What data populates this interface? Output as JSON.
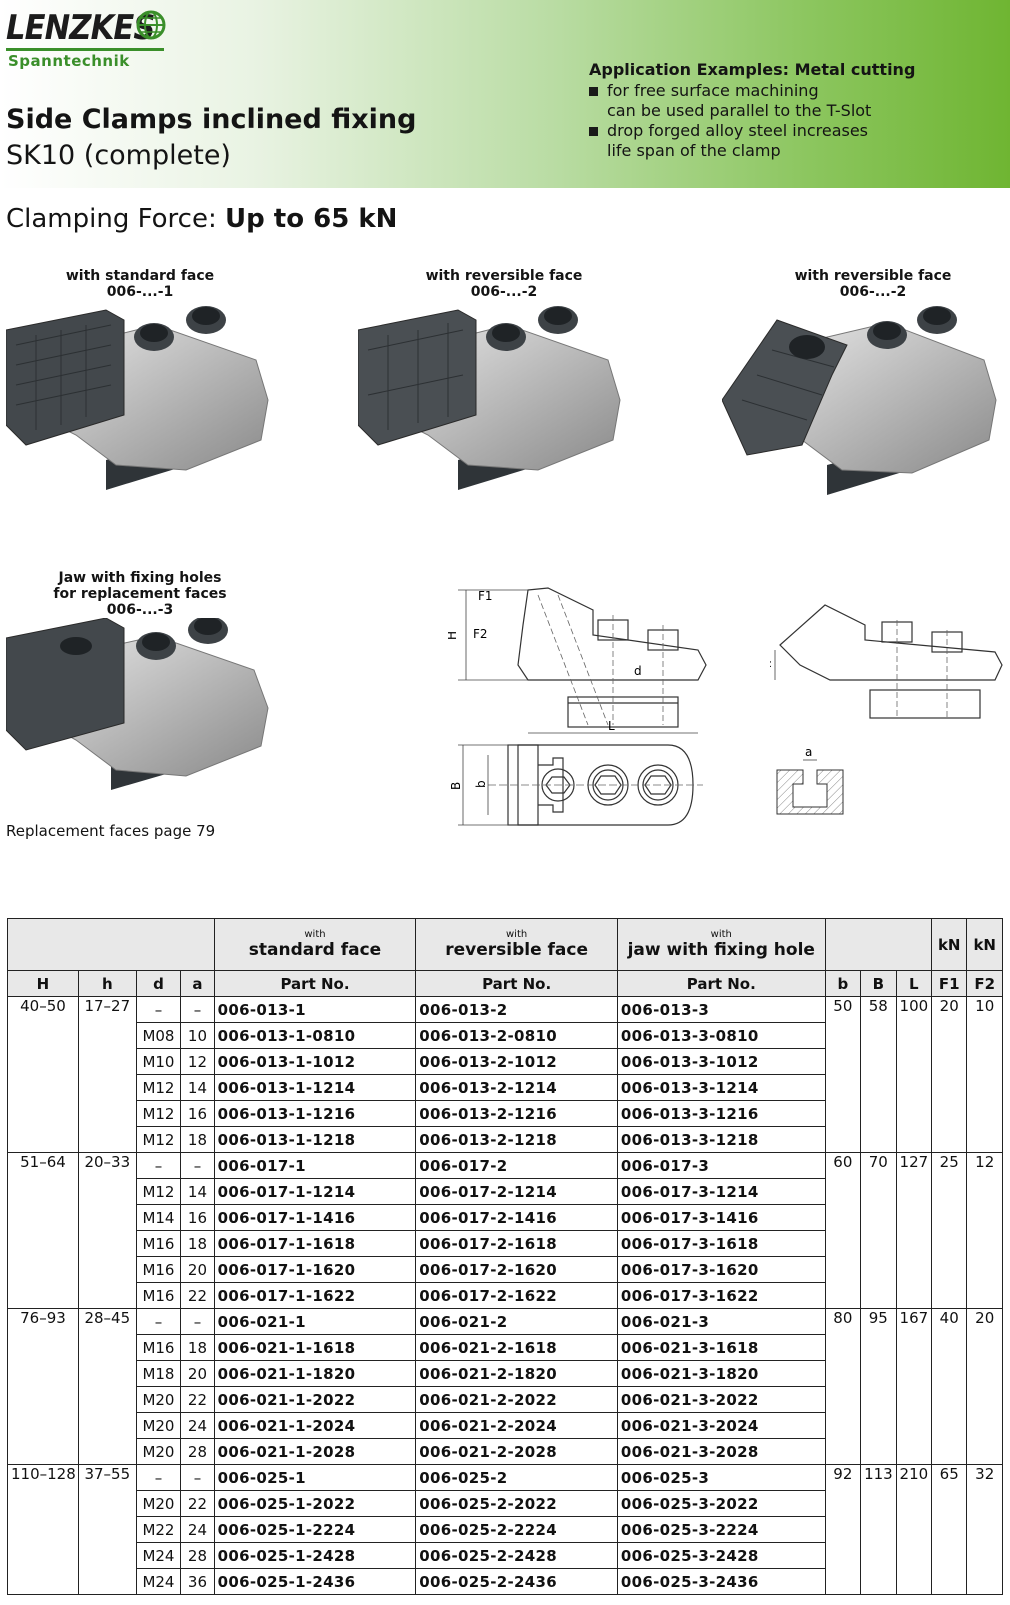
{
  "brand": {
    "name": "LENZKES",
    "subtitle": "Spanntechnik",
    "color": "#3a8f2a"
  },
  "title": {
    "line1": "Side Clamps inclined fixing",
    "line2": "SK10 (complete)"
  },
  "application": {
    "heading": "Application Examples: Metal cutting",
    "bullets": [
      "for free surface machining",
      "can be used parallel to the T-Slot",
      "drop forged alloy steel increases",
      "life span of the clamp"
    ]
  },
  "clamping_force": {
    "label": "Clamping Force:",
    "value": "Up to 65 kN"
  },
  "products": [
    {
      "line1": "with standard face",
      "line2": "006-...-1"
    },
    {
      "line1": "with reversible face",
      "line2": "006-...-2"
    },
    {
      "line1": "with reversible face",
      "line2": "006-...-2"
    },
    {
      "line1": "Jaw with fixing holes",
      "line2": "for replacement faces",
      "line3": "006-...-3"
    }
  ],
  "note": "Replacement faces page 79",
  "drawing_labels": {
    "F1": "F1",
    "F2": "F2",
    "H": "H",
    "d": "d",
    "L": "L",
    "B": "B",
    "b": "b",
    "h": "h",
    "a": "a"
  },
  "table": {
    "with": "with",
    "group_std": "standard face",
    "group_rev": "reversible face",
    "group_jaw": "jaw with fixing hole",
    "unit": "kN",
    "cols": {
      "H": "H",
      "h": "h",
      "d": "d",
      "a": "a",
      "part": "Part No.",
      "b": "b",
      "B": "B",
      "L": "L",
      "F1": "F1",
      "F2": "F2"
    },
    "groups": [
      {
        "H": "40–50",
        "h": "17–27",
        "b": "50",
        "B": "58",
        "L": "100",
        "F1": "20",
        "F2": "10",
        "rows": [
          {
            "d": "–",
            "a": "–",
            "p1": "006-013-1",
            "p2": "006-013-2",
            "p3": "006-013-3"
          },
          {
            "d": "M08",
            "a": "10",
            "p1": "006-013-1-0810",
            "p2": "006-013-2-0810",
            "p3": "006-013-3-0810"
          },
          {
            "d": "M10",
            "a": "12",
            "p1": "006-013-1-1012",
            "p2": "006-013-2-1012",
            "p3": "006-013-3-1012"
          },
          {
            "d": "M12",
            "a": "14",
            "p1": "006-013-1-1214",
            "p2": "006-013-2-1214",
            "p3": "006-013-3-1214"
          },
          {
            "d": "M12",
            "a": "16",
            "p1": "006-013-1-1216",
            "p2": "006-013-2-1216",
            "p3": "006-013-3-1216"
          },
          {
            "d": "M12",
            "a": "18",
            "p1": "006-013-1-1218",
            "p2": "006-013-2-1218",
            "p3": "006-013-3-1218"
          }
        ]
      },
      {
        "H": "51–64",
        "h": "20–33",
        "b": "60",
        "B": "70",
        "L": "127",
        "F1": "25",
        "F2": "12",
        "rows": [
          {
            "d": "–",
            "a": "–",
            "p1": "006-017-1",
            "p2": "006-017-2",
            "p3": "006-017-3"
          },
          {
            "d": "M12",
            "a": "14",
            "p1": "006-017-1-1214",
            "p2": "006-017-2-1214",
            "p3": "006-017-3-1214"
          },
          {
            "d": "M14",
            "a": "16",
            "p1": "006-017-1-1416",
            "p2": "006-017-2-1416",
            "p3": "006-017-3-1416"
          },
          {
            "d": "M16",
            "a": "18",
            "p1": "006-017-1-1618",
            "p2": "006-017-2-1618",
            "p3": "006-017-3-1618"
          },
          {
            "d": "M16",
            "a": "20",
            "p1": "006-017-1-1620",
            "p2": "006-017-2-1620",
            "p3": "006-017-3-1620"
          },
          {
            "d": "M16",
            "a": "22",
            "p1": "006-017-1-1622",
            "p2": "006-017-2-1622",
            "p3": "006-017-3-1622"
          }
        ]
      },
      {
        "H": "76–93",
        "h": "28–45",
        "b": "80",
        "B": "95",
        "L": "167",
        "F1": "40",
        "F2": "20",
        "rows": [
          {
            "d": "–",
            "a": "–",
            "p1": "006-021-1",
            "p2": "006-021-2",
            "p3": "006-021-3"
          },
          {
            "d": "M16",
            "a": "18",
            "p1": "006-021-1-1618",
            "p2": "006-021-2-1618",
            "p3": "006-021-3-1618"
          },
          {
            "d": "M18",
            "a": "20",
            "p1": "006-021-1-1820",
            "p2": "006-021-2-1820",
            "p3": "006-021-3-1820"
          },
          {
            "d": "M20",
            "a": "22",
            "p1": "006-021-1-2022",
            "p2": "006-021-2-2022",
            "p3": "006-021-3-2022"
          },
          {
            "d": "M20",
            "a": "24",
            "p1": "006-021-1-2024",
            "p2": "006-021-2-2024",
            "p3": "006-021-3-2024"
          },
          {
            "d": "M20",
            "a": "28",
            "p1": "006-021-1-2028",
            "p2": "006-021-2-2028",
            "p3": "006-021-3-2028"
          }
        ]
      },
      {
        "H": "110–128",
        "h": "37–55",
        "b": "92",
        "B": "113",
        "L": "210",
        "F1": "65",
        "F2": "32",
        "rows": [
          {
            "d": "–",
            "a": "–",
            "p1": "006-025-1",
            "p2": "006-025-2",
            "p3": "006-025-3"
          },
          {
            "d": "M20",
            "a": "22",
            "p1": "006-025-1-2022",
            "p2": "006-025-2-2022",
            "p3": "006-025-3-2022"
          },
          {
            "d": "M22",
            "a": "24",
            "p1": "006-025-1-2224",
            "p2": "006-025-2-2224",
            "p3": "006-025-3-2224"
          },
          {
            "d": "M24",
            "a": "28",
            "p1": "006-025-1-2428",
            "p2": "006-025-2-2428",
            "p3": "006-025-3-2428"
          },
          {
            "d": "M24",
            "a": "36",
            "p1": "006-025-1-2436",
            "p2": "006-025-2-2436",
            "p3": "006-025-3-2436"
          }
        ]
      }
    ]
  }
}
